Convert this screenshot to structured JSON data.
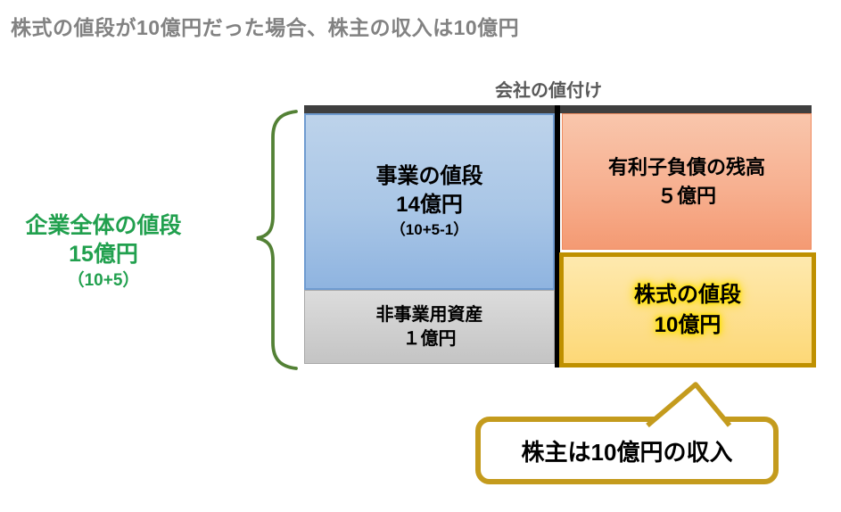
{
  "page": {
    "title": "株式の値段が10億円だった場合、株主の収入は10億円"
  },
  "diagram": {
    "top_label": "会社の値付け",
    "boxes": {
      "business": {
        "line1": "事業の値段",
        "line2": "14億円",
        "line3": "（10+5-1）"
      },
      "debt": {
        "line1": "有利子負債の残高",
        "line2": "５億円"
      },
      "non_business": {
        "line1": "非事業用資産",
        "line2": "１億円"
      },
      "equity": {
        "line1": "株式の値段",
        "line2": "10億円"
      }
    },
    "left_label": {
      "line1": "企業全体の値段",
      "line2": "15億円",
      "line3": "（10+5）"
    },
    "callout": {
      "text": "株主は10億円の収入"
    },
    "colors": {
      "title_gray": "#828282",
      "label_gray": "#595959",
      "green_text": "#21a04e",
      "brace_green": "#538135",
      "blue_fill_top": "#bdd3eb",
      "blue_fill_bottom": "#8fb4e0",
      "salmon_fill_top": "#f9c6ac",
      "salmon_fill_bottom": "#f49a73",
      "gray_fill_top": "#dcdcdc",
      "gray_fill_bottom": "#c4c4c4",
      "yellow_fill_top": "#fee9ae",
      "yellow_fill_bottom": "#fdd877",
      "gold_border": "#bf9000",
      "callout_border": "#c49b1d",
      "top_bar": "#3f3f3f",
      "divider": "#000000",
      "text_highlight": "#ffe300"
    }
  }
}
